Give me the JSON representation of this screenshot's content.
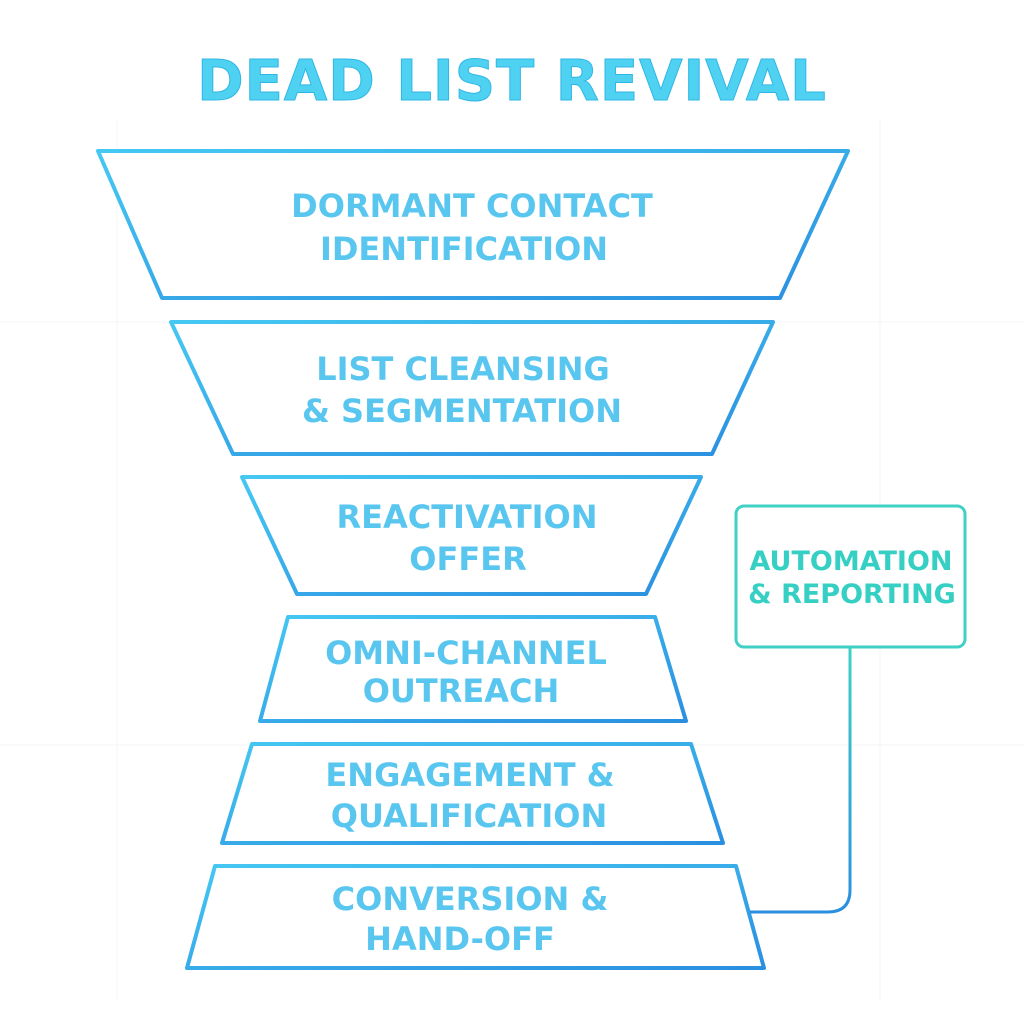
{
  "title": "DEAD LIST REVIVAL",
  "stages": [
    {
      "line1": "DORMANT CONTACT",
      "line2": "IDENTIFICATION"
    },
    {
      "line1": "LIST CLEANSING",
      "line2": "& SEGMENTATION"
    },
    {
      "line1": "REACTIVATION",
      "line2": "OFFER"
    },
    {
      "line1": "OMNI-CHANNEL",
      "line2": "OUTREACH"
    },
    {
      "line1": "ENGAGEMENT &",
      "line2": "QUALIFICATION"
    },
    {
      "line1": "CONVERSION &",
      "line2": "HAND-OFF"
    }
  ],
  "side_box": {
    "line1": "AUTOMATION",
    "line2": "& REPORTING"
  },
  "colors": {
    "title": "#4fd2f2",
    "stage_stroke_start": "#45c8f2",
    "stage_stroke_end": "#2a8fe0",
    "stage_text": "#58c6ef",
    "side_box_stroke": "#3fd1c6",
    "side_box_text": "#35cfc4",
    "connector": "#2f9fe2"
  }
}
